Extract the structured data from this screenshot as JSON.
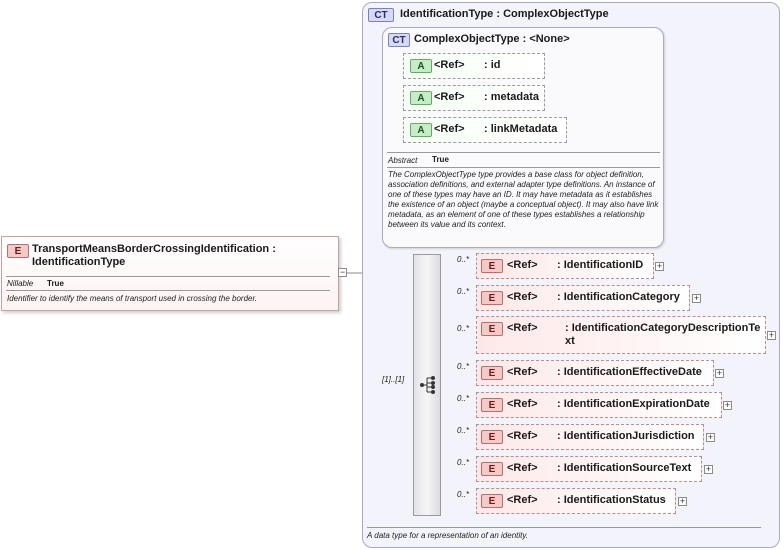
{
  "element": {
    "tag": "E",
    "title": "TransportMeansBorderCrossingIdentification : IdentificationType",
    "nillable_key": "Nillable",
    "nillable_value": "True",
    "doc": "Identifier to identify the means of transport used in crossing the border."
  },
  "identification_type": {
    "tag": "CT",
    "title": "IdentificationType : ComplexObjectType",
    "doc": "A data type for a representation of an identity.",
    "sequence_occurrence": "[1]..[1]"
  },
  "complex_object_type": {
    "tag": "CT",
    "title": "ComplexObjectType : <None>",
    "attributes": [
      {
        "tag": "A",
        "ref": "<Ref>",
        "name": ": id"
      },
      {
        "tag": "A",
        "ref": "<Ref>",
        "name": ": metadata"
      },
      {
        "tag": "A",
        "ref": "<Ref>",
        "name": ": linkMetadata"
      }
    ],
    "abstract_key": "Abstract",
    "abstract_value": "True",
    "doc": "The ComplexObjectType type provides a base class for object definition, association definitions, and external adapter type definitions. An instance of one of these types may have an ID. It may have metadata as it establishes the existence of an object (maybe a conceptual object). It may also have link metadata, as an element of one of these types establishes a relationship between its value and its context."
  },
  "children": [
    {
      "tag": "E",
      "ref": "<Ref>",
      "name": ": IdentificationID",
      "occurs": "0..*",
      "expand": "+"
    },
    {
      "tag": "E",
      "ref": "<Ref>",
      "name": ": IdentificationCategory",
      "occurs": "0..*",
      "expand": "+"
    },
    {
      "tag": "E",
      "ref": "<Ref>",
      "name": ": IdentificationCategoryDescriptionText",
      "occurs": "0..*",
      "expand": "+"
    },
    {
      "tag": "E",
      "ref": "<Ref>",
      "name": ": IdentificationEffectiveDate",
      "occurs": "0..*",
      "expand": "+"
    },
    {
      "tag": "E",
      "ref": "<Ref>",
      "name": ": IdentificationExpirationDate",
      "occurs": "0..*",
      "expand": "+"
    },
    {
      "tag": "E",
      "ref": "<Ref>",
      "name": ": IdentificationJurisdiction",
      "occurs": "0..*",
      "expand": "+"
    },
    {
      "tag": "E",
      "ref": "<Ref>",
      "name": ": IdentificationSourceText",
      "occurs": "0..*",
      "expand": "+"
    },
    {
      "tag": "E",
      "ref": "<Ref>",
      "name": ": IdentificationStatus",
      "occurs": "0..*",
      "expand": "+"
    }
  ],
  "collapse_symbol": "−"
}
